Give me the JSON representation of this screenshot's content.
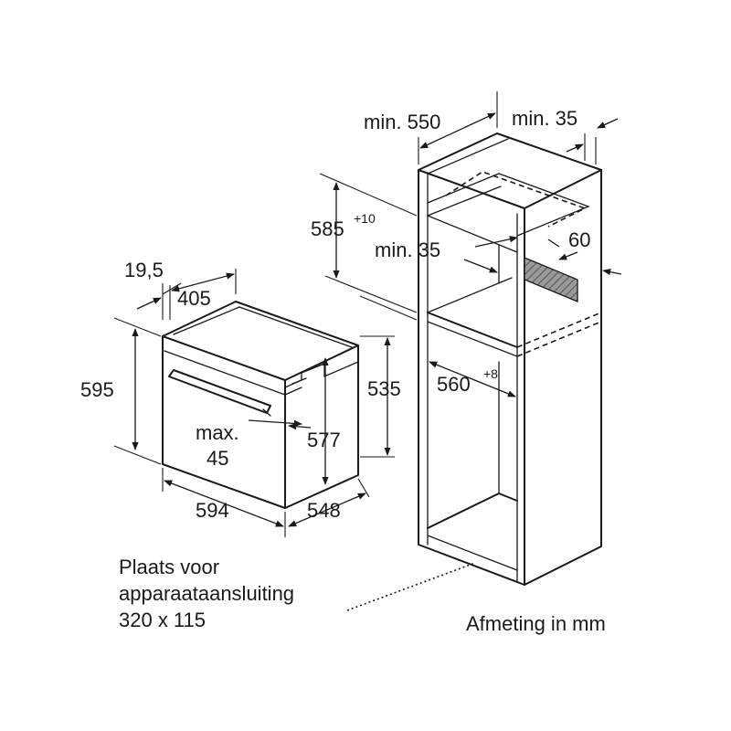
{
  "dimensions": {
    "oven_depth_front": "19,5",
    "oven_depth": "405",
    "oven_height": "595",
    "oven_width": "594",
    "oven_total_depth": "548",
    "oven_door_gap_label": "max.",
    "oven_door_gap_value": "45",
    "niche_height_inner": "577",
    "niche_depth_side": "535",
    "cabinet_depth": "min. 550",
    "cabinet_rear_gap": "min. 35",
    "niche_height": "585",
    "niche_height_tol": "+10",
    "vent_gap": "min. 35",
    "vent_height": "60",
    "niche_width": "560",
    "niche_width_tol": "+8"
  },
  "notes": {
    "connection_line1": "Plaats voor",
    "connection_line2": "apparaataansluiting",
    "connection_line3": "320 x 115",
    "units": "Afmeting in mm"
  },
  "colors": {
    "line": "#1a1a1a",
    "hatch_fill": "#8a8a8a",
    "background": "#ffffff"
  }
}
